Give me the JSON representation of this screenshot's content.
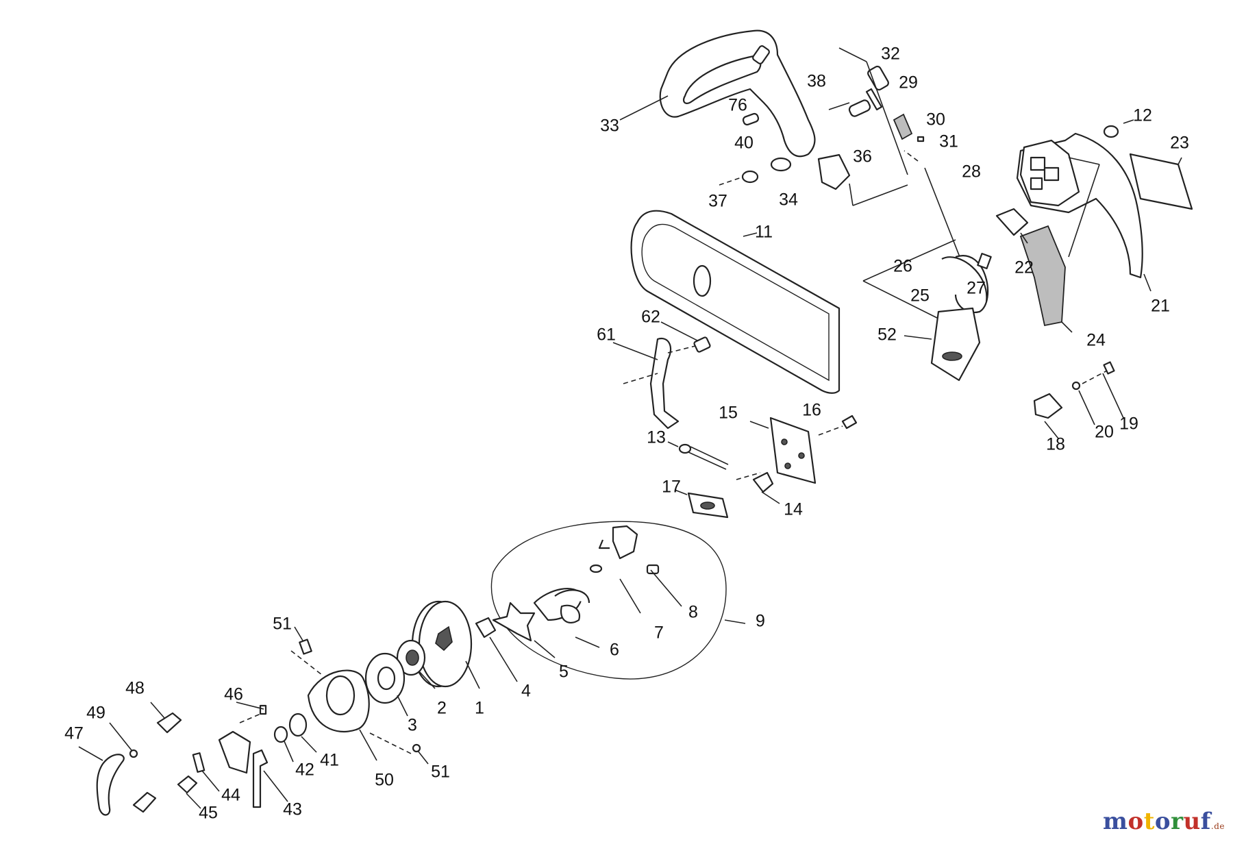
{
  "diagram": {
    "part_labels": [
      "1",
      "2",
      "3",
      "4",
      "5",
      "6",
      "7",
      "8",
      "9",
      "11",
      "12",
      "13",
      "14",
      "15",
      "16",
      "17",
      "18",
      "19",
      "20",
      "21",
      "22",
      "23",
      "24",
      "25",
      "26",
      "27",
      "28",
      "29",
      "30",
      "31",
      "32",
      "33",
      "34",
      "36",
      "37",
      "38",
      "40",
      "41",
      "42",
      "43",
      "44",
      "45",
      "46",
      "47",
      "48",
      "49",
      "50",
      "51",
      "51",
      "52",
      "61",
      "62",
      "76"
    ]
  },
  "watermark": {
    "text": "motoruf",
    "suffix": ".de",
    "colors": [
      "#3a4f9e",
      "#c2312a",
      "#f0b400",
      "#3a4f9e",
      "#2f8f3a",
      "#c2312a",
      "#3a4f9e"
    ]
  }
}
